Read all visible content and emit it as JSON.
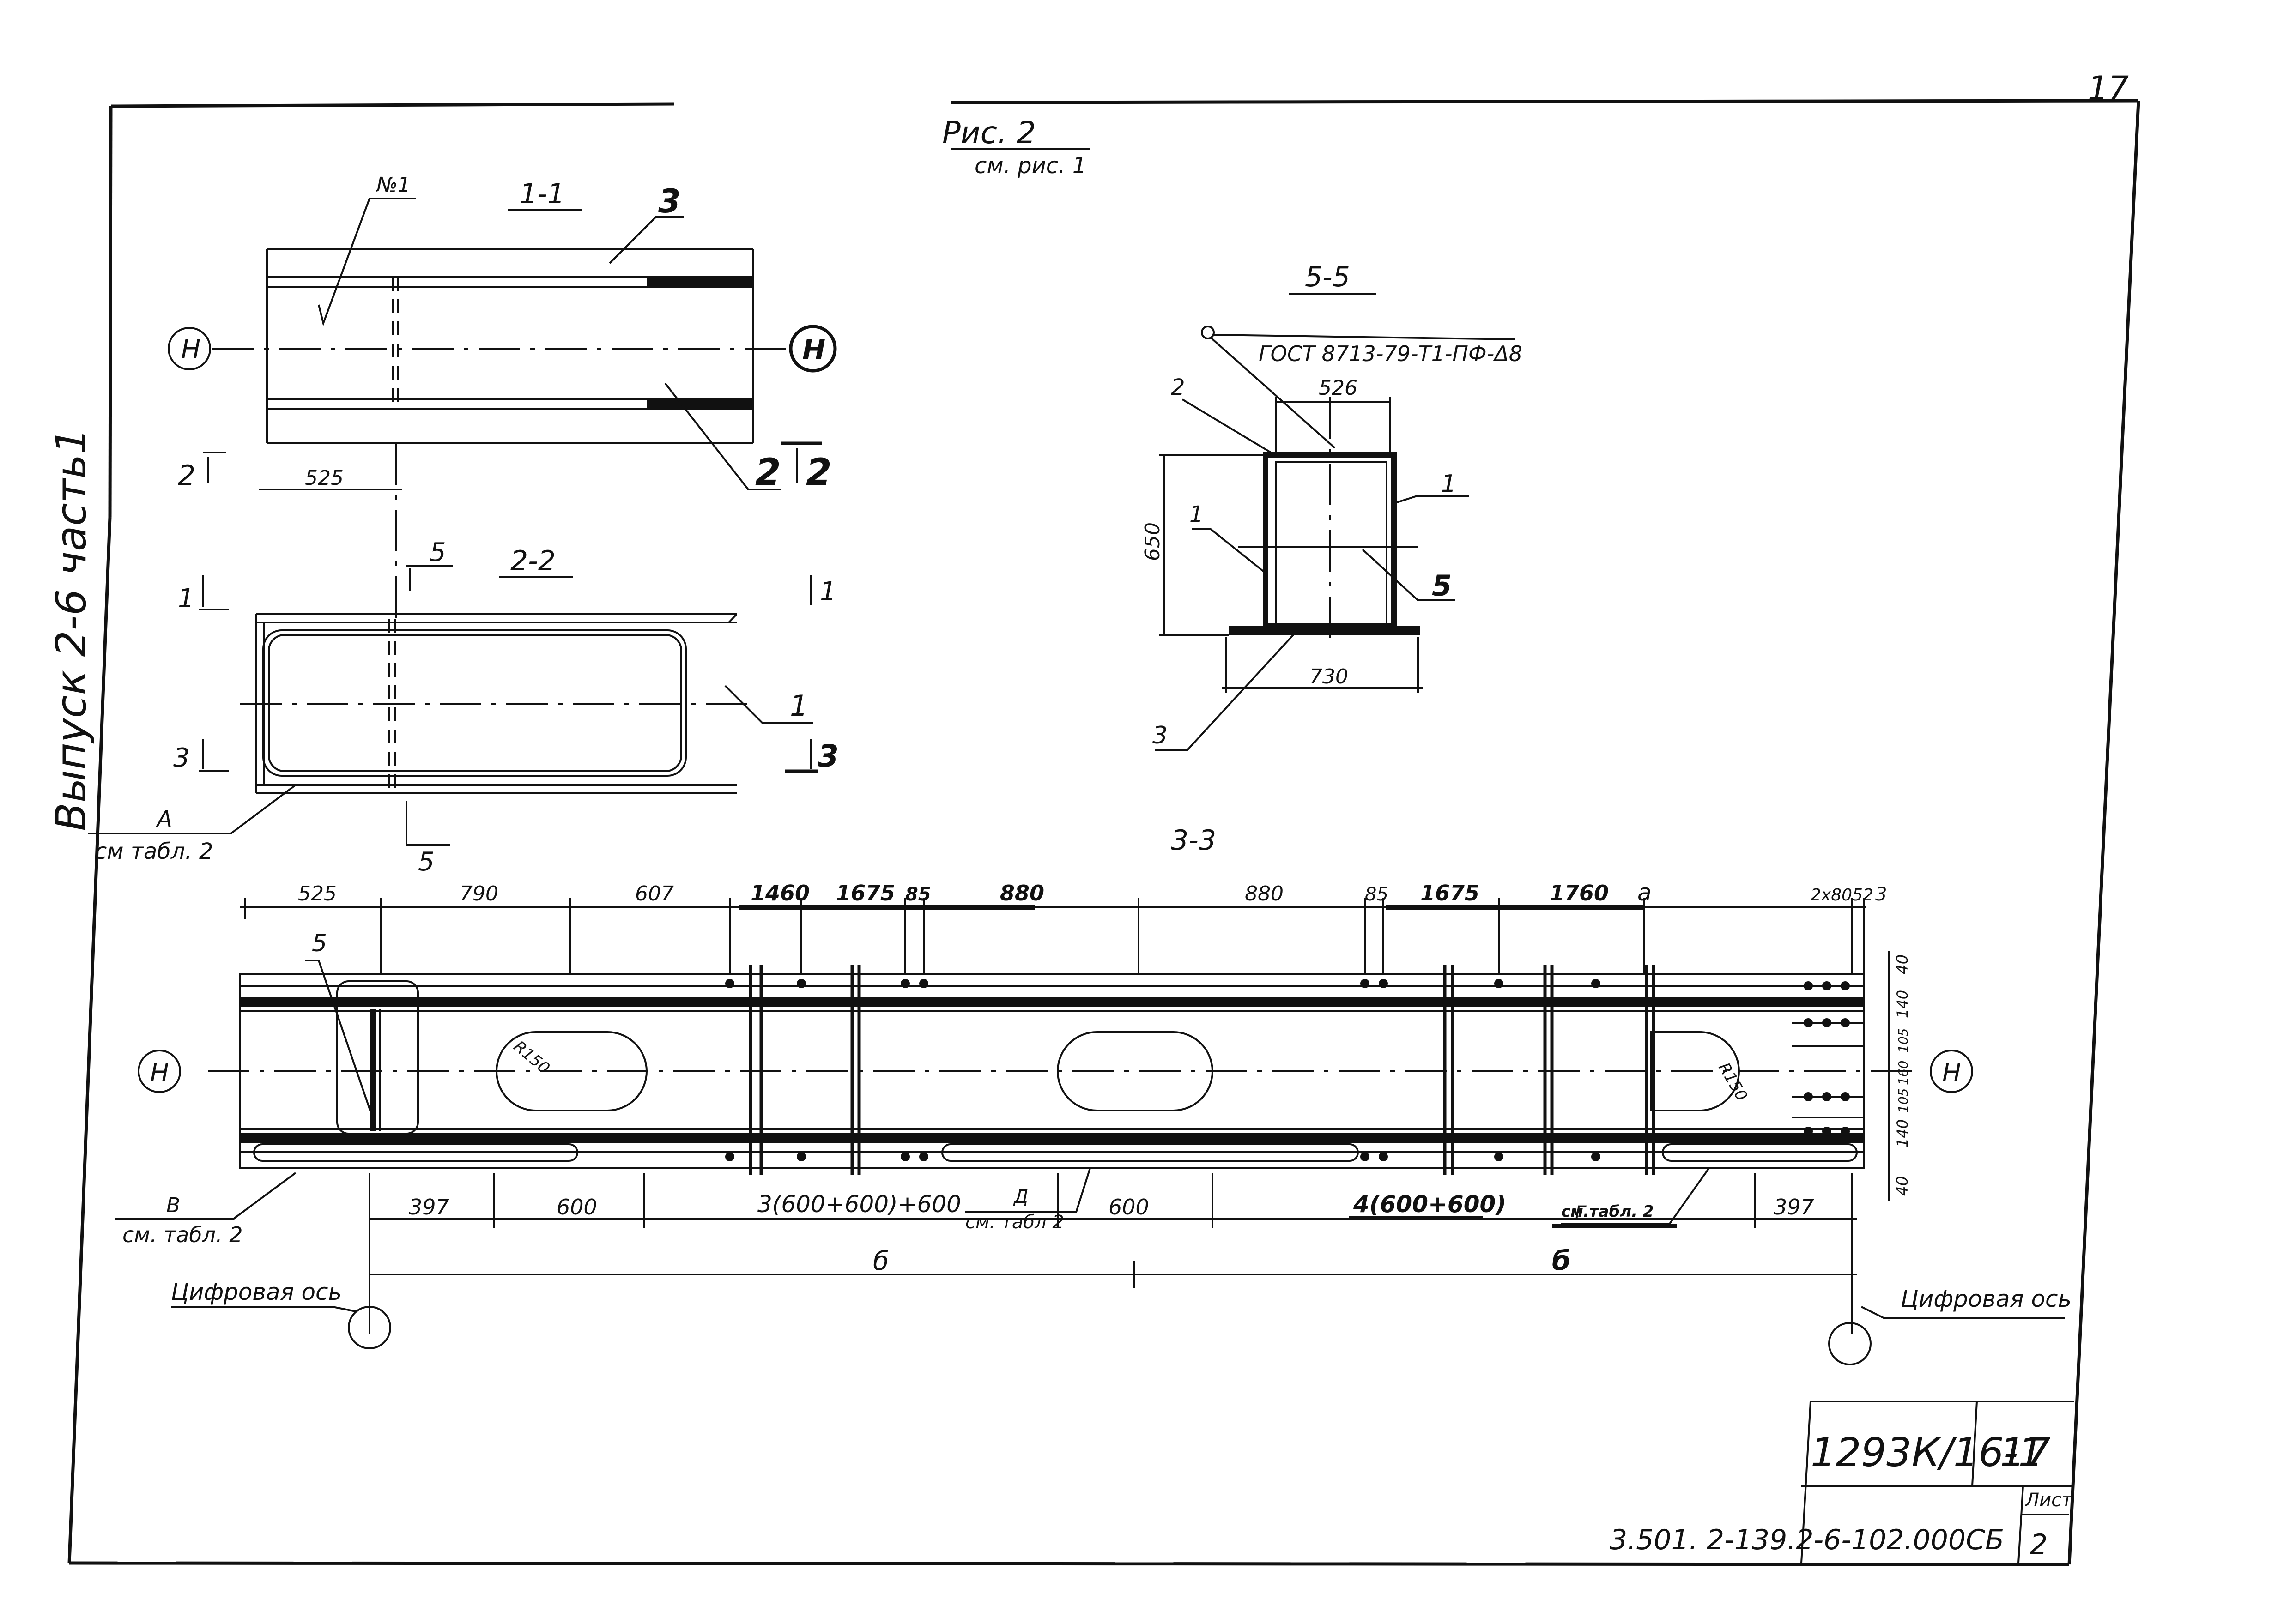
{
  "sheet": {
    "page_number": "17",
    "side_label": "Выпуск 2-6 часть1"
  },
  "figure": {
    "title": "Рис. 2",
    "subtitle": "см. рис. 1"
  },
  "section_1_1": {
    "title": "1-1",
    "callout_top": "№1",
    "axis_label": "Н",
    "part_top": "3",
    "part_bottom": "2",
    "cut_left": "2",
    "cut_right": "2",
    "dim": "525"
  },
  "section_2_2": {
    "title": "2-2",
    "cut_top": "5",
    "cut_bottom": "5",
    "cut_left_top": "1",
    "cut_left_bottom": "3",
    "cut_right_top": "1",
    "cut_right_bottom": "3",
    "part": "1",
    "leader_letter": "А",
    "leader_ref": "см табл. 2"
  },
  "section_5_5": {
    "title": "5-5",
    "weld_note": "ГОСТ 8713-79-Т1-ПФ-Δ8",
    "dim_top": "526",
    "dim_side": "650",
    "dim_bottom": "730",
    "part_1_right": "1",
    "part_1_left": "1",
    "part_2": "2",
    "part_3": "3",
    "part_5": "5"
  },
  "section_3_3": {
    "title": "3-3",
    "axis_label": "Н",
    "top_dims": [
      "525",
      "790",
      "607",
      "1460",
      "1675",
      "85",
      "880",
      "880",
      "85",
      "1675",
      "1760",
      "а",
      "2х80",
      "52",
      "3"
    ],
    "right_dims": [
      "40",
      "140",
      "105",
      "160",
      "105",
      "140",
      "40"
    ],
    "radius_left": "R150",
    "radius_right": "R150",
    "part_5": "5",
    "bottom_dims": [
      "397",
      "600",
      "3(600+600)+600",
      "600",
      "4(600+600)",
      "397"
    ],
    "span_left": "б",
    "span_right": "б",
    "leader_v_letter": "В",
    "leader_v_ref": "см. табл. 2",
    "leader_d_letter": "Д",
    "leader_d_ref": "см. табл 2",
    "leader_g_letter": "Г",
    "leader_g_ref": "см.табл. 2",
    "axis_note_left": "Цифровая ось",
    "axis_note_right": "Цифровая ось"
  },
  "title_block": {
    "code": "1293К/16-1",
    "sheet_no": "17",
    "doc_number": "3.501. 2-139.2-6-102.000СБ",
    "list_label": "Лист",
    "list_no": "2"
  }
}
